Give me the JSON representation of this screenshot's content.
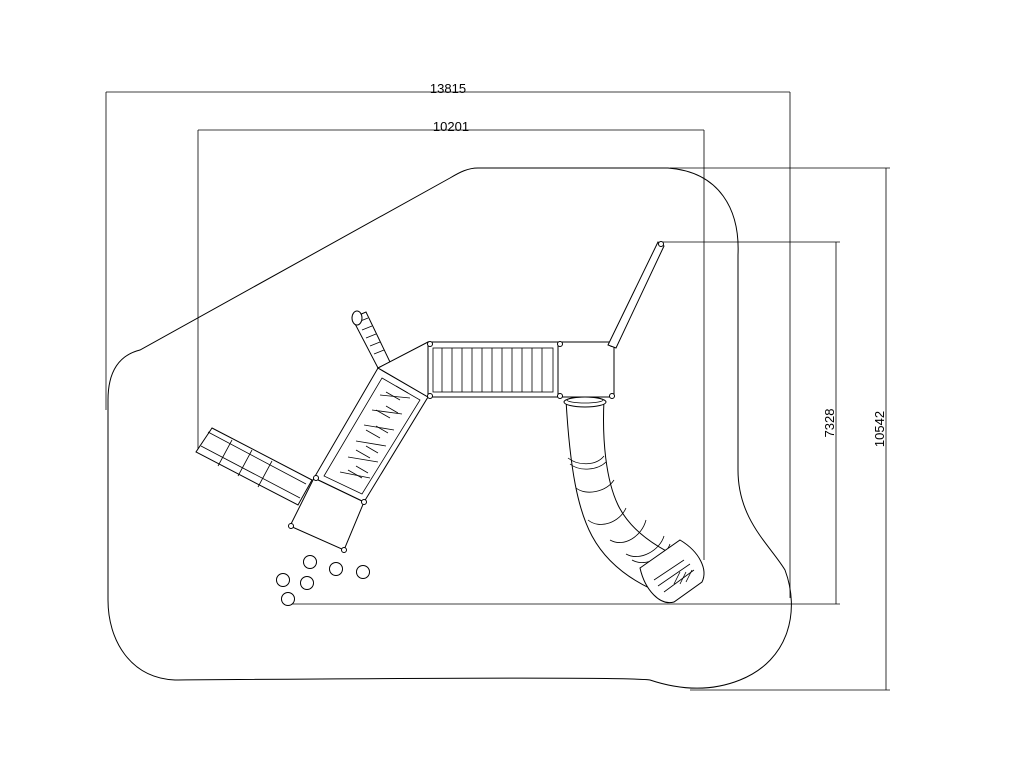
{
  "dimensions": {
    "safety_zone_width": "13815",
    "equipment_width": "10201",
    "equipment_depth": "7328",
    "safety_zone_depth": "10542"
  }
}
